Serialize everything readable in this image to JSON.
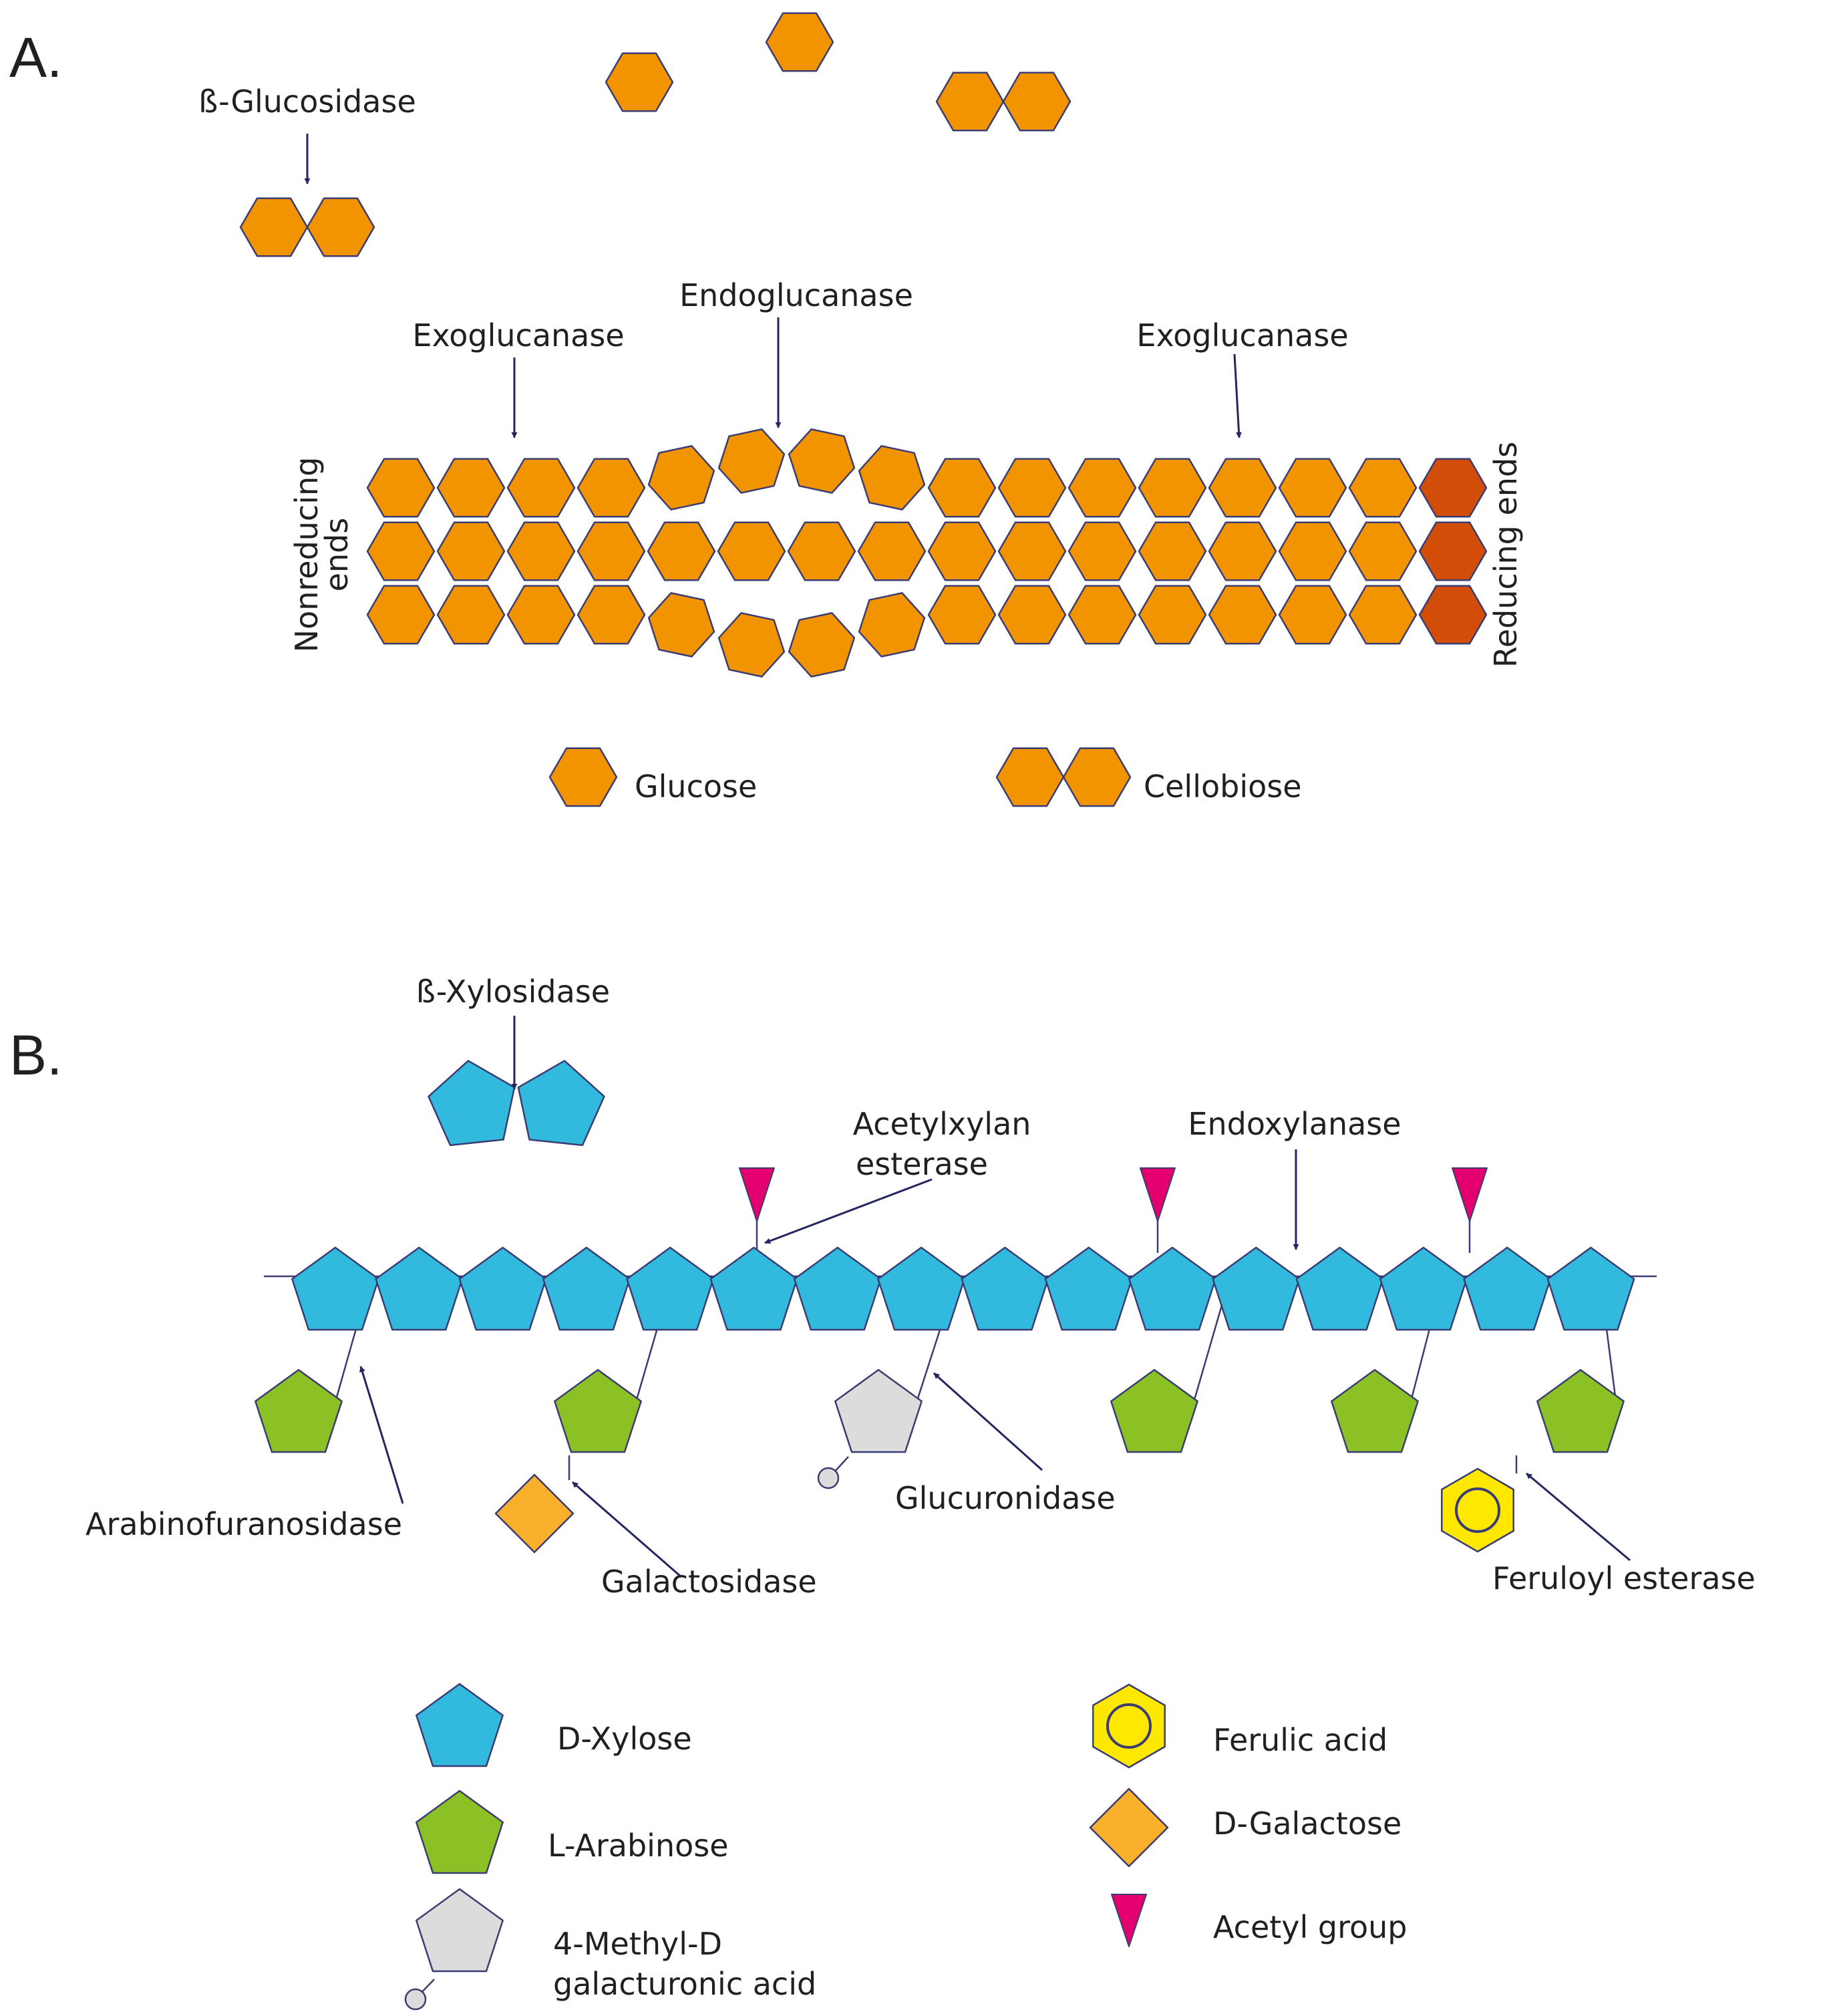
{
  "colors": {
    "glucose": "#f29400",
    "reducing": "#d24d08",
    "xylose": "#31b9de",
    "arabinose": "#8cc125",
    "methyl": "#dcdcdc",
    "galactose": "#f8b02d",
    "ferulic": "#ffe800",
    "acetyl": "#e4006f",
    "outline": "#3b3d72",
    "arrow": "#232660"
  },
  "icons": {
    "glucose": "hexagon-icon",
    "cellobiose": "double-hexagon-icon",
    "xylose": "pentagon-icon",
    "arabinose": "pentagon-icon",
    "methyl": "pentagon-with-pin-icon",
    "ferulic": "ringed-hexagon-icon",
    "galactose": "diamond-icon",
    "acetyl": "inverted-triangle-icon"
  },
  "panel_a": {
    "label": "A.",
    "beta_glucosidase": "ß-Glucosidase",
    "endoglucanase": "Endoglucanase",
    "exoglucanase_left": "Exoglucanase",
    "exoglucanase_right": "Exoglucanase",
    "nonreducing_line1": "Nonreducing",
    "nonreducing_line2": "ends",
    "reducing": "Reducing ends",
    "legend": {
      "glucose": "Glucose",
      "cellobiose": "Cellobiose"
    }
  },
  "panel_b": {
    "label": "B.",
    "beta_xylosidase": "ß-Xylosidase",
    "acetylxylan_line1": "Acetylxylan",
    "acetylxylan_line2": "esterase",
    "endoxylanase": "Endoxylanase",
    "arabinofuranosidase": "Arabinofuranosidase",
    "galactosidase": "Galactosidase",
    "glucuronidase": "Glucuronidase",
    "feruloyl_esterase": "Feruloyl esterase",
    "legend": {
      "xylose": "D-Xylose",
      "arabinose": "L-Arabinose",
      "methyl_line1": "4-Methyl-D",
      "methyl_line2": "galacturonic acid",
      "ferulic": "Ferulic acid",
      "galactose": "D-Galactose",
      "acetyl": "Acetyl group"
    }
  }
}
